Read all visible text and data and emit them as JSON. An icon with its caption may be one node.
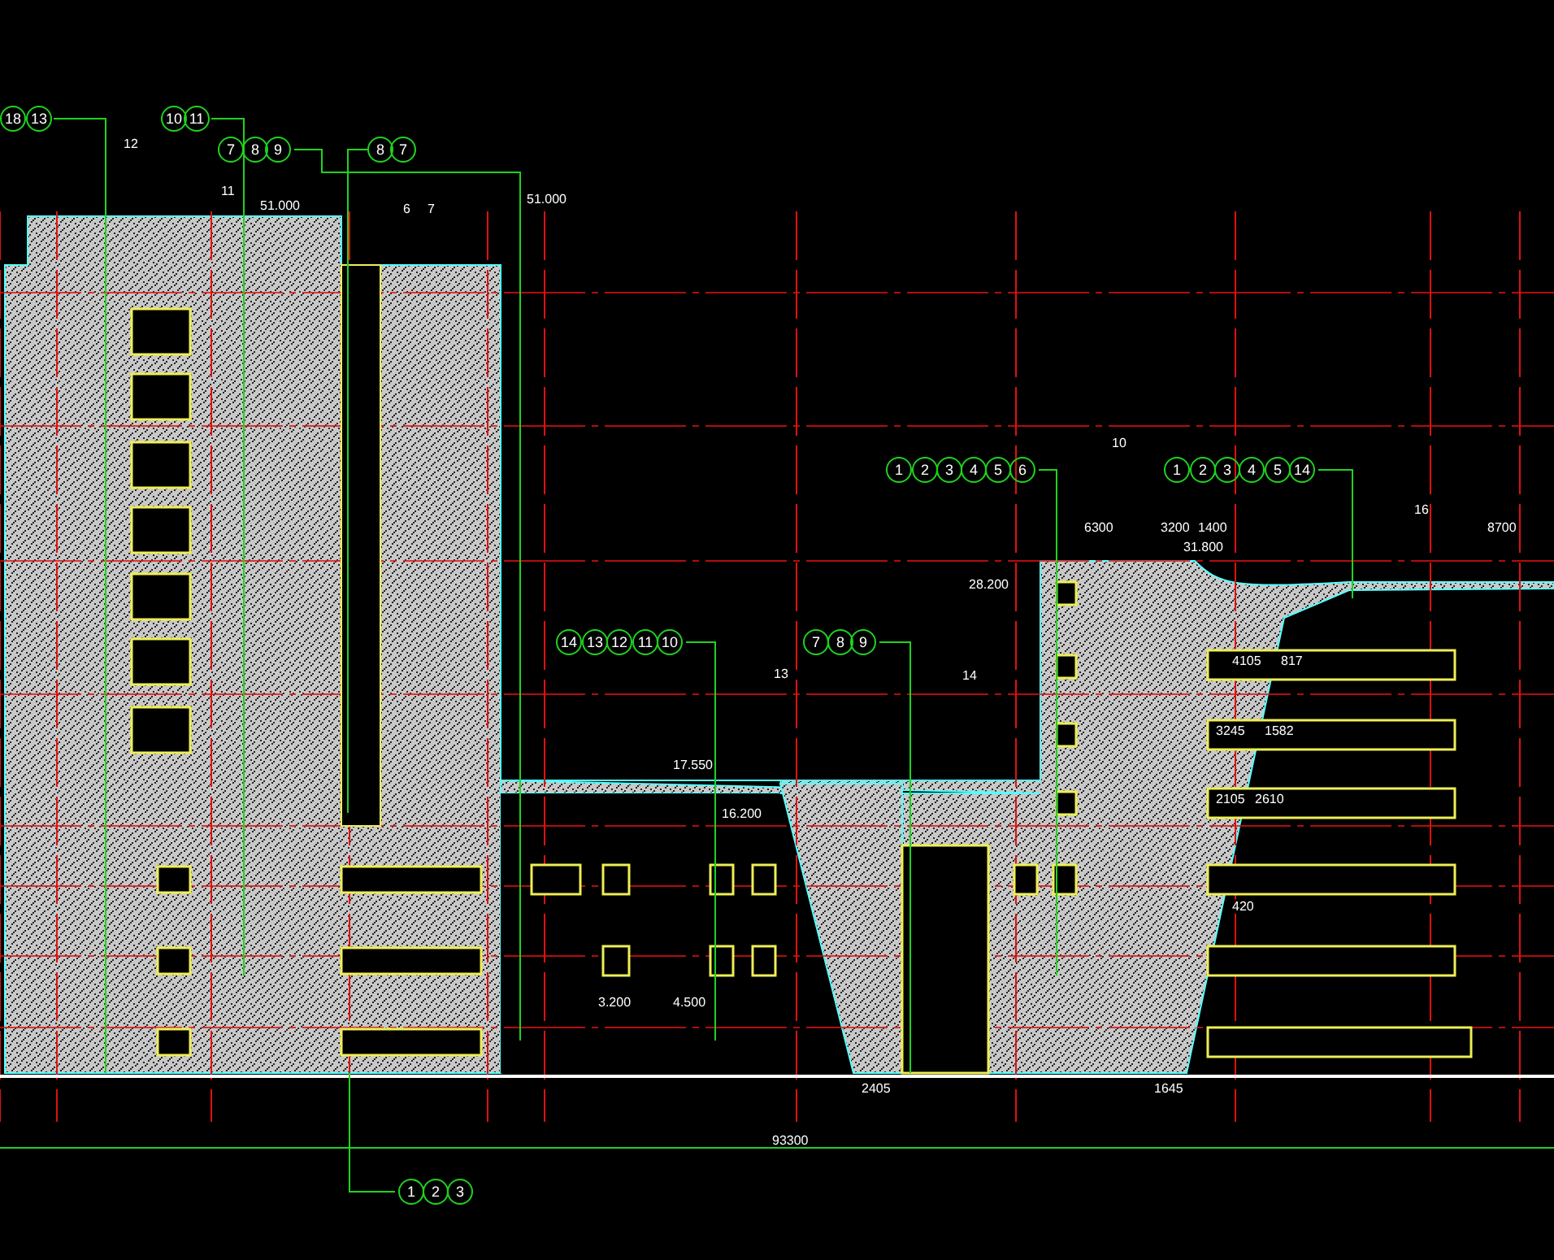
{
  "diagram": {
    "nodes": [
      {
        "text": [
          "18"
        ]
      },
      {
        "text": [
          "13"
        ]
      },
      {
        "text": [
          "10"
        ]
      },
      {
        "text": [
          "11"
        ]
      },
      {
        "text": [
          "7"
        ]
      },
      {
        "text": [
          "8"
        ]
      },
      {
        "text": [
          "9"
        ]
      },
      {
        "text": [
          "8"
        ]
      },
      {
        "text": [
          "7"
        ]
      },
      {
        "text": [
          "14"
        ]
      },
      {
        "text": [
          "13"
        ]
      },
      {
        "text": [
          "12"
        ]
      },
      {
        "text": [
          "11"
        ]
      },
      {
        "text": [
          "10"
        ]
      },
      {
        "text": [
          "7"
        ]
      },
      {
        "text": [
          "8"
        ]
      },
      {
        "text": [
          "9"
        ]
      },
      {
        "text": [
          "1"
        ]
      },
      {
        "text": [
          "2"
        ]
      },
      {
        "text": [
          "3"
        ]
      },
      {
        "text": [
          "4"
        ]
      },
      {
        "text": [
          "5"
        ]
      },
      {
        "text": [
          "6"
        ]
      },
      {
        "text": [
          "1"
        ]
      },
      {
        "text": [
          "2"
        ]
      },
      {
        "text": [
          "3"
        ]
      },
      {
        "text": [
          "4"
        ]
      },
      {
        "text": [
          "5"
        ]
      },
      {
        "text": [
          "14"
        ]
      },
      {
        "text": [
          "1"
        ]
      },
      {
        "text": [
          "2"
        ]
      },
      {
        "text": [
          "3"
        ]
      }
    ],
    "edges": [
      {
        "from": 1,
        "to": null,
        "arrow": "none"
      },
      {
        "from": 3,
        "to": null,
        "arrow": "none"
      },
      {
        "from": 6,
        "to": null,
        "arrow": "none"
      },
      {
        "from": 7,
        "to": null,
        "arrow": "none"
      },
      {
        "from": 13,
        "to": null,
        "arrow": "none"
      },
      {
        "from": 16,
        "to": null,
        "arrow": "none"
      },
      {
        "from": 22,
        "to": null,
        "arrow": "none"
      },
      {
        "from": 28,
        "to": null,
        "arrow": "none"
      },
      {
        "from": 29,
        "to": null,
        "arrow": "none"
      }
    ],
    "labels": [
      "12",
      "11",
      "51.000",
      "6",
      "7",
      "51.000",
      "10",
      "6300",
      "3200",
      "1400",
      "16",
      "8700",
      "31.800",
      "28.200",
      "13",
      "14",
      "17.550",
      "16.200",
      "4105",
      "817",
      "3245",
      "1582",
      "2105",
      "2610",
      "420",
      "3.200",
      "4.500",
      "2405",
      "1645",
      "93300"
    ]
  }
}
